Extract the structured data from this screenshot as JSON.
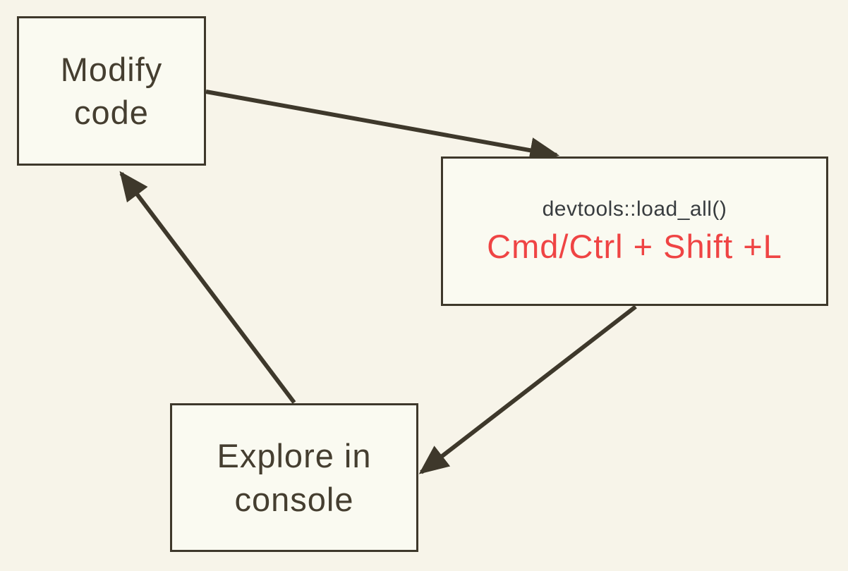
{
  "colors": {
    "background": "#f7f4e9",
    "node_fill": "#fafaf1",
    "stroke": "#3e382b",
    "label_text": "#453e30",
    "code_text": "#383c3f",
    "accent_red": "#ef4444"
  },
  "nodes": {
    "modify_code": {
      "label": "Modify\ncode"
    },
    "load_all": {
      "code": "devtools::load_all()",
      "shortcut": "Cmd/Ctrl + Shift +L"
    },
    "explore_console": {
      "label": "Explore in\nconsole"
    }
  },
  "edges": [
    {
      "from": "modify_code",
      "to": "load_all"
    },
    {
      "from": "load_all",
      "to": "explore_console"
    },
    {
      "from": "explore_console",
      "to": "modify_code"
    }
  ]
}
